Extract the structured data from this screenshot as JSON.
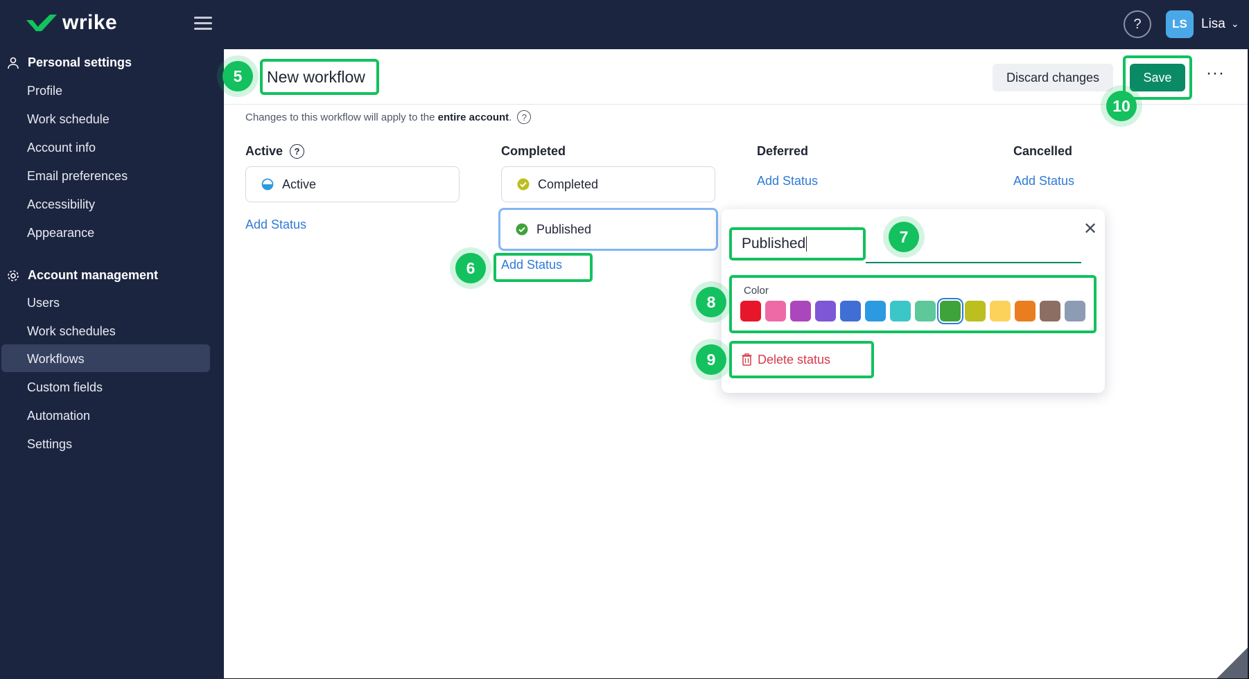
{
  "app": {
    "logo_text": "wrike"
  },
  "header": {
    "help_glyph": "?",
    "avatar_initials": "LS",
    "user_name": "Lisa"
  },
  "sidebar": {
    "personal_title": "Personal settings",
    "personal_items": [
      "Profile",
      "Work schedule",
      "Account info",
      "Email preferences",
      "Accessibility",
      "Appearance"
    ],
    "account_title": "Account management",
    "account_items": [
      "Users",
      "Work schedules",
      "Workflows",
      "Custom fields",
      "Automation",
      "Settings"
    ],
    "active_item": "Workflows"
  },
  "page": {
    "title": "New workflow",
    "discard_label": "Discard changes",
    "save_label": "Save",
    "more_label": "···",
    "notice_prefix": "Changes to this workflow will apply to the",
    "notice_bold": "entire account",
    "notice_suffix": "."
  },
  "columns": {
    "active": {
      "title": "Active",
      "statuses": [
        "Active"
      ],
      "add_label": "Add Status"
    },
    "completed": {
      "title": "Completed",
      "statuses": [
        "Completed",
        "Published"
      ],
      "add_label": "Add Status"
    },
    "deferred": {
      "title": "Deferred",
      "add_label": "Add Status"
    },
    "cancelled": {
      "title": "Cancelled",
      "add_label": "Add Status"
    }
  },
  "popover": {
    "name_value": "Published",
    "color_label": "Color",
    "colors": [
      "#e8162b",
      "#ee6aa7",
      "#ab47bc",
      "#7e57d6",
      "#3f6fd4",
      "#2c9ae0",
      "#3cc6c8",
      "#5ec89a",
      "#3ea33a",
      "#bcbf1e",
      "#fdd25a",
      "#ea7d1f",
      "#8d6e63",
      "#8e9bb5"
    ],
    "selected_color": "#3ea33a",
    "delete_label": "Delete status"
  },
  "badges": [
    "5",
    "6",
    "7",
    "8",
    "9",
    "10"
  ],
  "icons": {
    "active_status": "half-circle-icon",
    "completed_status": "check-circle-icon",
    "published_status": "check-circle-icon",
    "delete": "trash-icon",
    "close": "close-icon"
  }
}
